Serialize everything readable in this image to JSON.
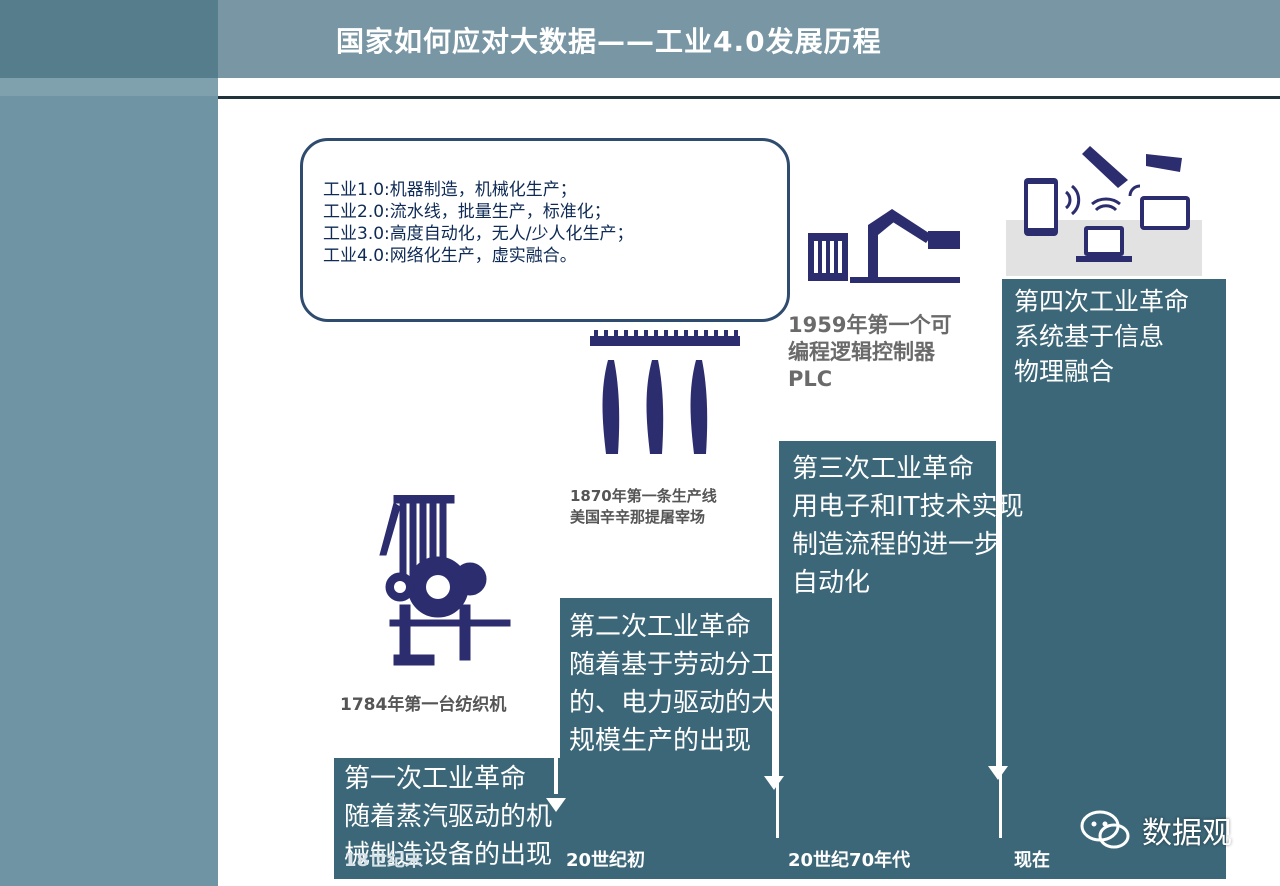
{
  "header": {
    "title": "国家如何应对大数据——工业4.0发展历程"
  },
  "summary": {
    "lines": [
      "工业1.0:机器制造，机械化生产；",
      "工业2.0:流水线，批量生产，标准化；",
      "工业3.0:高度自动化，无人/少人化生产；",
      "工业4.0:网络化生产，虚实融合。"
    ]
  },
  "captions": {
    "loom": "1784年第一台纺织机",
    "line_1": "1870年第一条生产线",
    "line_2": "美国辛辛那提屠宰场",
    "plc_1": "1959年第一个可",
    "plc_2": "编程逻辑控制器",
    "plc_3": "PLC"
  },
  "revolutions": {
    "first": [
      "第一次工业革命",
      "随着蒸汽驱动的机",
      "械制造设备的出现"
    ],
    "second": [
      "第二次工业革命",
      "随着基于劳动分工",
      "的、电力驱动的大",
      "规模生产的出现"
    ],
    "third": [
      "第三次工业革命",
      "用电子和IT技术实现",
      "制造流程的进一步",
      "自动化"
    ],
    "fourth": [
      "第四次工业革命",
      "系统基于信息",
      "物理融合"
    ]
  },
  "timeline": {
    "era_1": "18世纪末",
    "era_2": "20世纪初",
    "era_3": "20世纪70年代",
    "era_4": "现在"
  },
  "watermark": {
    "text": "数据观",
    "icon": "wechat-icon"
  },
  "colors": {
    "panel": "#3b6778",
    "header": "#7896a3",
    "side_strip": "#6f95a4",
    "icon_navy": "#2b2d6e",
    "summary_border": "#2f4b6e"
  }
}
